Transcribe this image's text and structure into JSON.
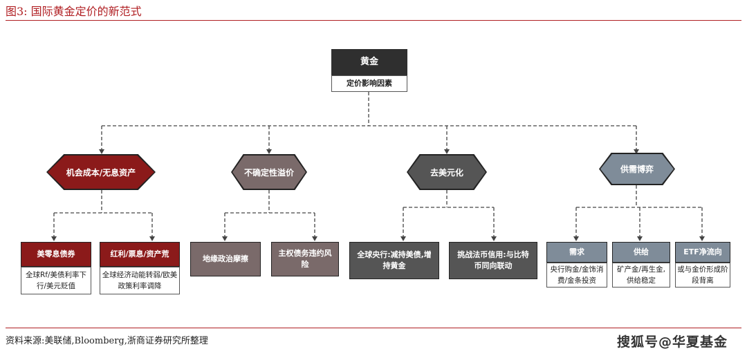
{
  "figure_title": "图3:    国际黄金定价的新范式",
  "root": {
    "label": "黄金",
    "subtitle": "定价影响因素"
  },
  "branches": [
    {
      "label": "机会成本/无息资产",
      "color": "#8b1a1a"
    },
    {
      "label": "不确定性溢价",
      "color": "#7a6a6a"
    },
    {
      "label": "去美元化",
      "color": "#555555"
    },
    {
      "label": "供需博弈",
      "color": "#7f8c99"
    }
  ],
  "leaves": {
    "opportunity": [
      {
        "title": "美零息债券",
        "detail": "全球Rf/美债利率下行/美元贬值"
      },
      {
        "title": "红利/票息/资产荒",
        "detail": "全球经济动能转弱/欧美政策利率调降"
      }
    ],
    "uncertainty": [
      {
        "title": "地缘政治摩擦"
      },
      {
        "title": "主权债务违约风险"
      }
    ],
    "dedollar": [
      {
        "title": "全球央行:减持美债,增持黄金"
      },
      {
        "title": "挑战法币信用:与比特币同向联动"
      }
    ],
    "supply_demand": [
      {
        "title": "需求",
        "detail": "央行购金/金饰消费/金条投资"
      },
      {
        "title": "供给",
        "detail": "矿产金/再生金,供给稳定"
      },
      {
        "title": "ETF净流向",
        "detail": "或与金价形成阶段背离"
      }
    ]
  },
  "source": "资料来源:美联储,Bloomberg,浙商证券研究所整理",
  "watermark": "搜狐号@华夏基金",
  "colors": {
    "accent_red": "#b01e22",
    "dark_red": "#8b1a1a",
    "root_dark": "#2f2f2f",
    "taupe": "#7a6a6a",
    "dark_grey": "#555555",
    "slate": "#7f8c99"
  }
}
